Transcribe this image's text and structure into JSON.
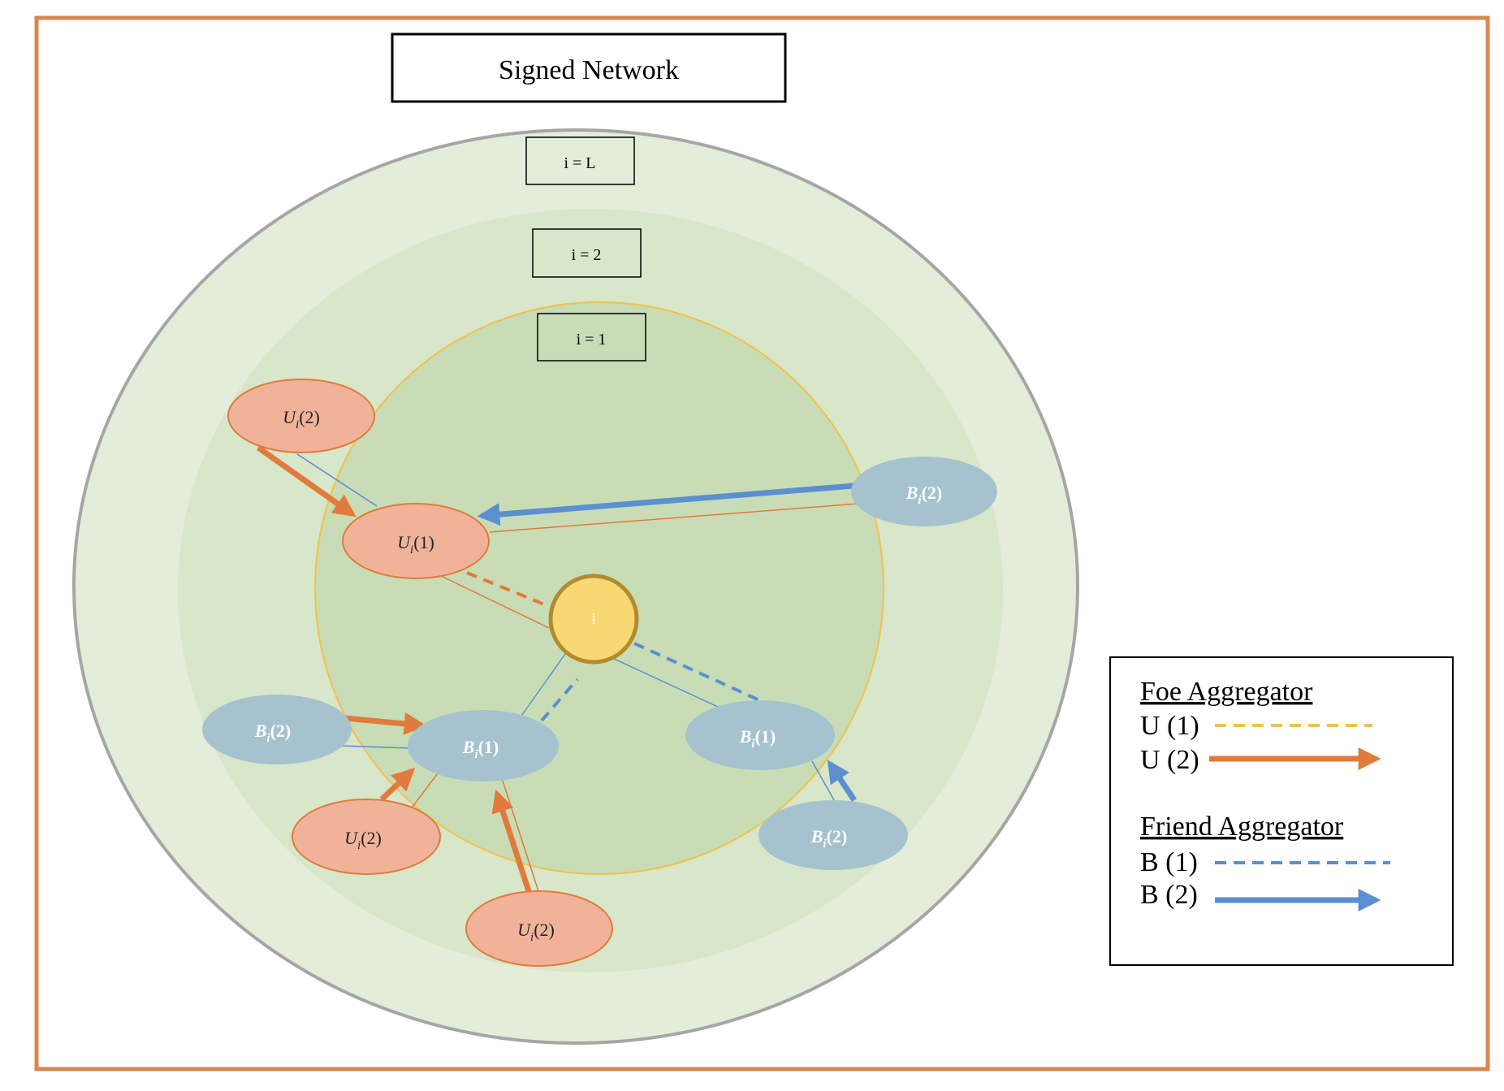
{
  "title": "Signed Network",
  "levels": {
    "outer": "i = L",
    "middle": "i = 2",
    "inner": "i = 1"
  },
  "center_node": "i",
  "nodes": {
    "u": "U",
    "b": "B",
    "subscript": "i",
    "hop1": "(1)",
    "hop2": "(2)"
  },
  "legend": {
    "foe_heading": "Foe Aggregator",
    "foe_1": "U (1)",
    "foe_2": "U (2)",
    "friend_heading": "Friend Aggregator",
    "friend_1": "B (1)",
    "friend_2": "B (2)"
  },
  "colors": {
    "foe": "#E07B3C",
    "foe_fill": "#F0B39A",
    "friend": "#5B8FD0",
    "friend_fill": "#A5C2CE",
    "foe_dash_legend": "#F2C14A",
    "center_fill": "#F8D873",
    "center_stroke": "#B48A2E",
    "frame": "#D9874F"
  }
}
